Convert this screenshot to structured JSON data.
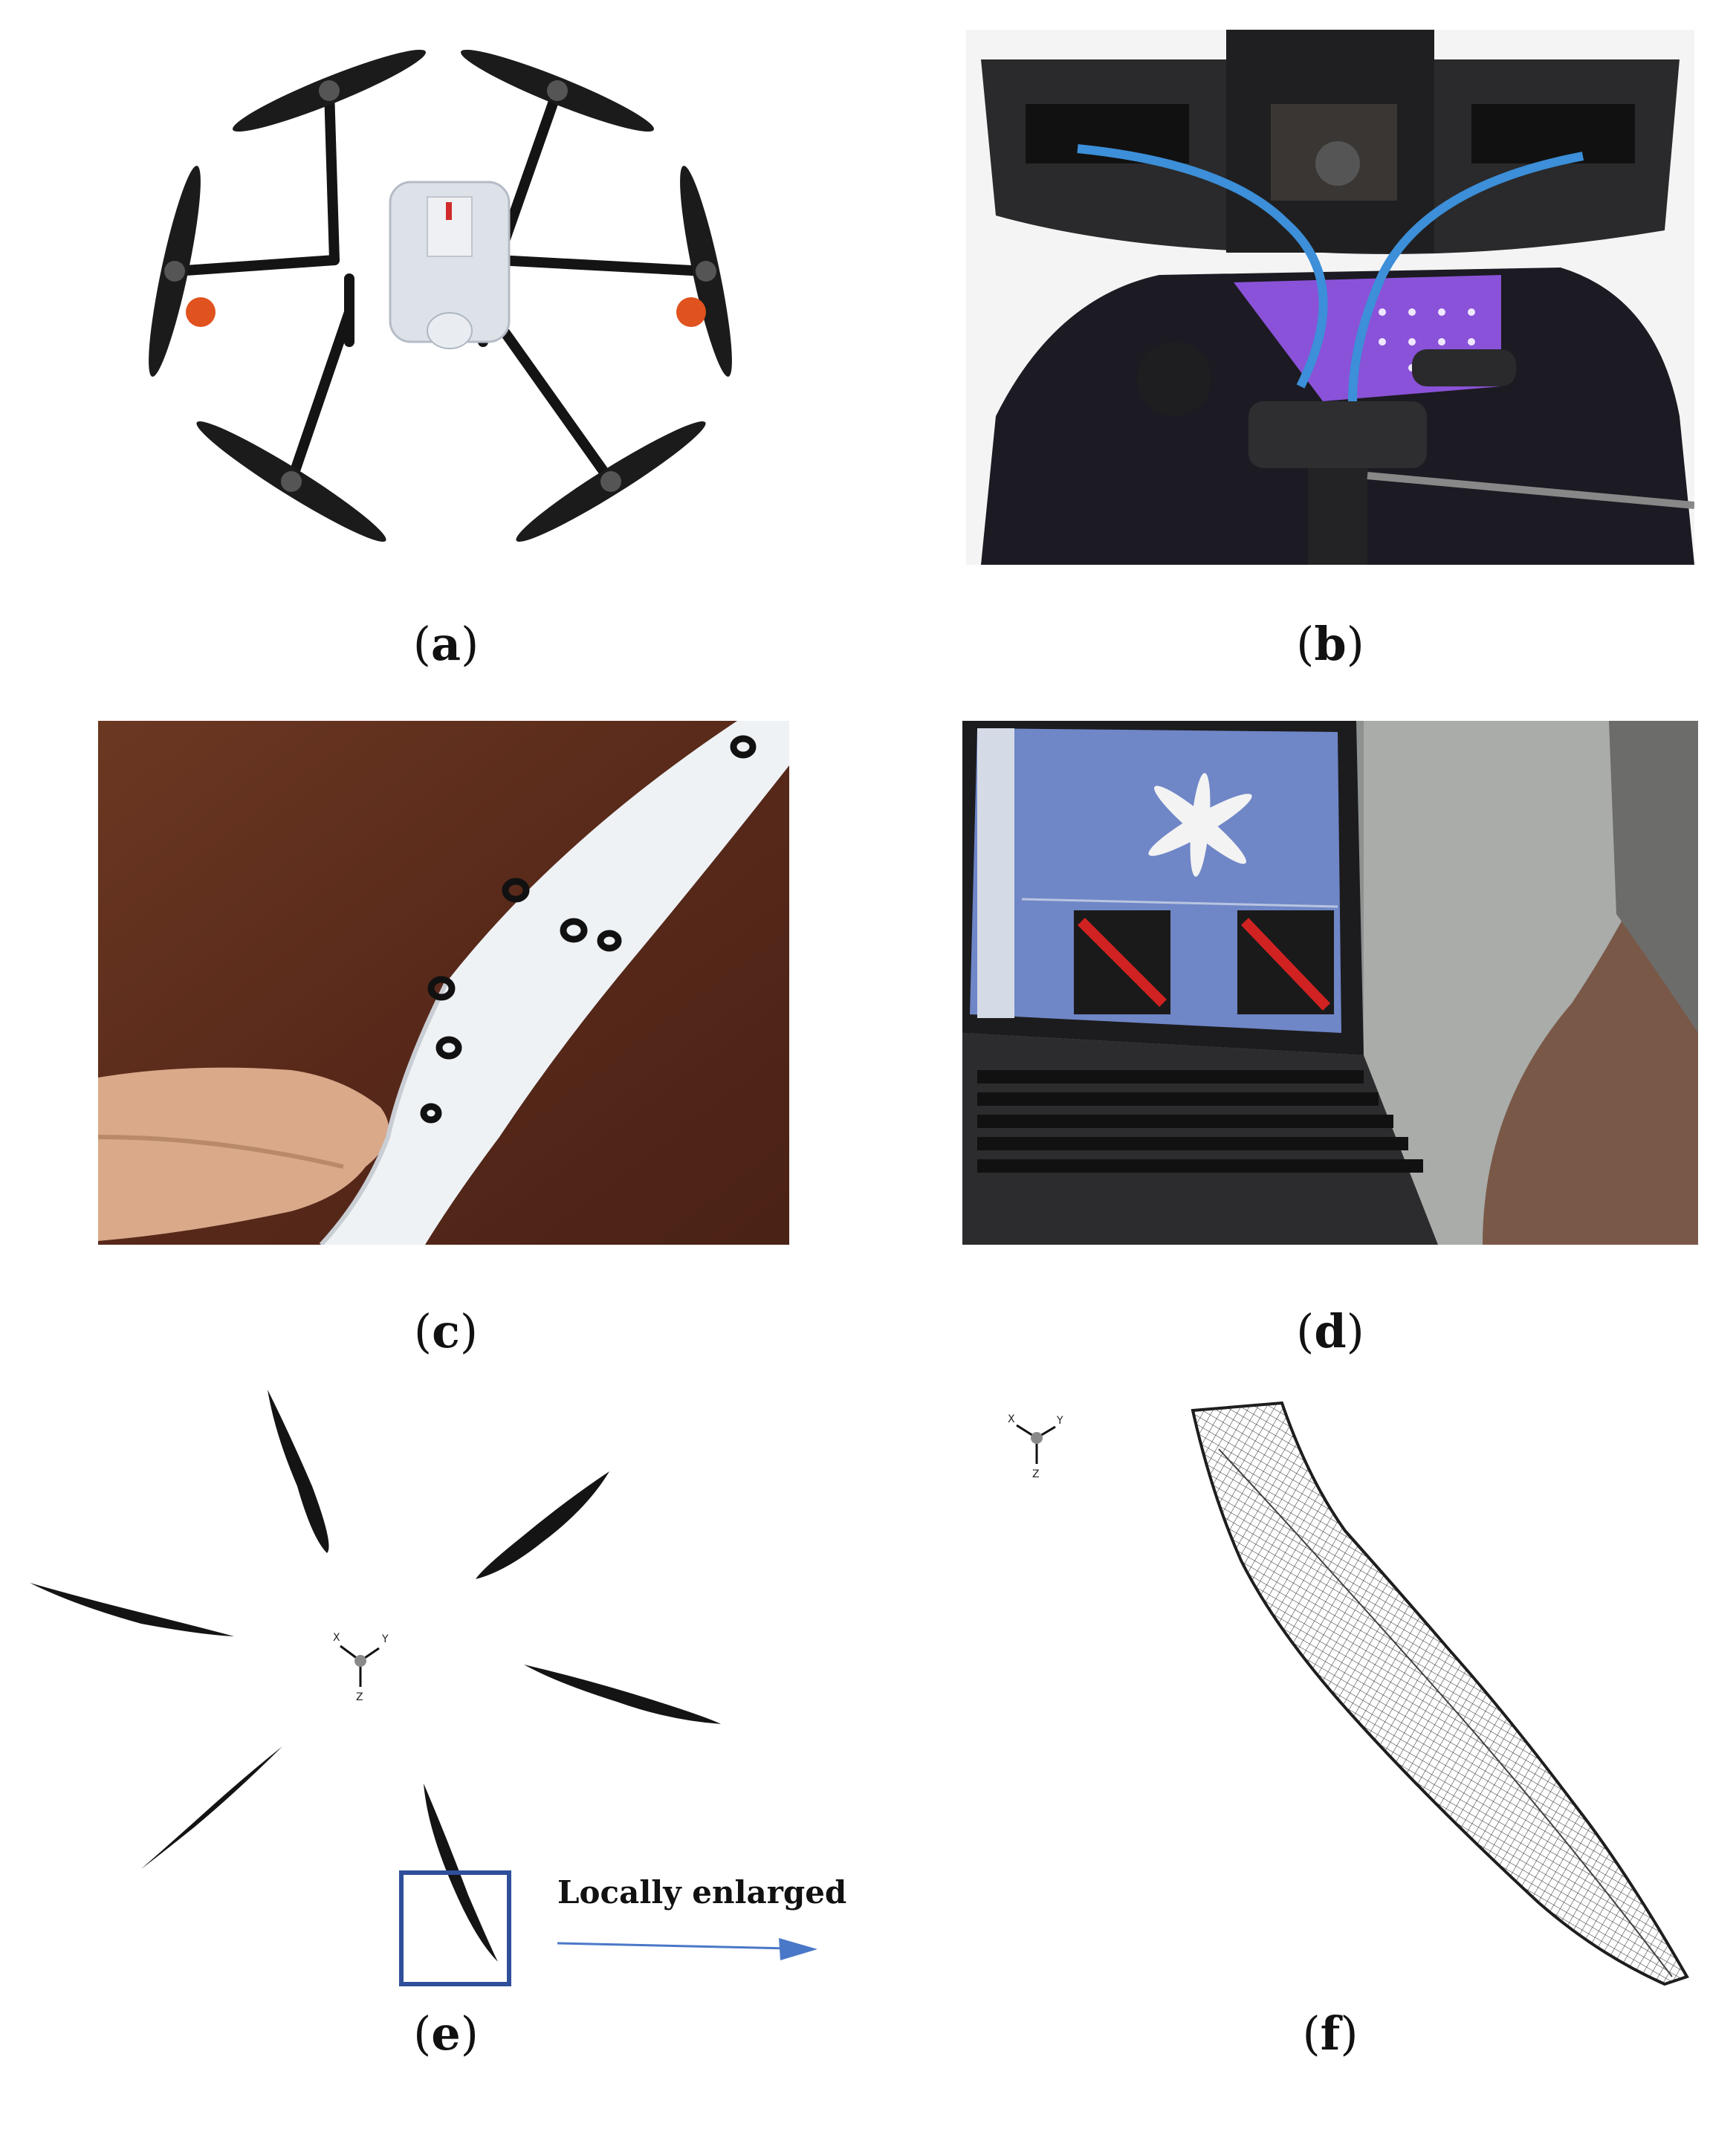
{
  "panels": {
    "a": {
      "label_open": "(",
      "label_letter": "a",
      "label_close": ")"
    },
    "b": {
      "label_open": "(",
      "label_letter": "b",
      "label_close": ")"
    },
    "c": {
      "label_open": "(",
      "label_letter": "c",
      "label_close": ")"
    },
    "d": {
      "label_open": "(",
      "label_letter": "d",
      "label_close": ")"
    },
    "e": {
      "label_open": "(",
      "label_letter": "e",
      "label_close": ")",
      "annotation": "Locally enlarged",
      "axes": {
        "x": "X",
        "y": "Y",
        "z": "Z"
      }
    },
    "f": {
      "label_open": "(",
      "label_letter": "f",
      "label_close": ")",
      "axes": {
        "x": "X",
        "y": "Y",
        "z": "Z"
      }
    }
  },
  "colors": {
    "box": "#2f4f9a",
    "arrow": "#4a78c8",
    "propeller": "#1a1a1a",
    "mesh": "#2a2a2a"
  }
}
